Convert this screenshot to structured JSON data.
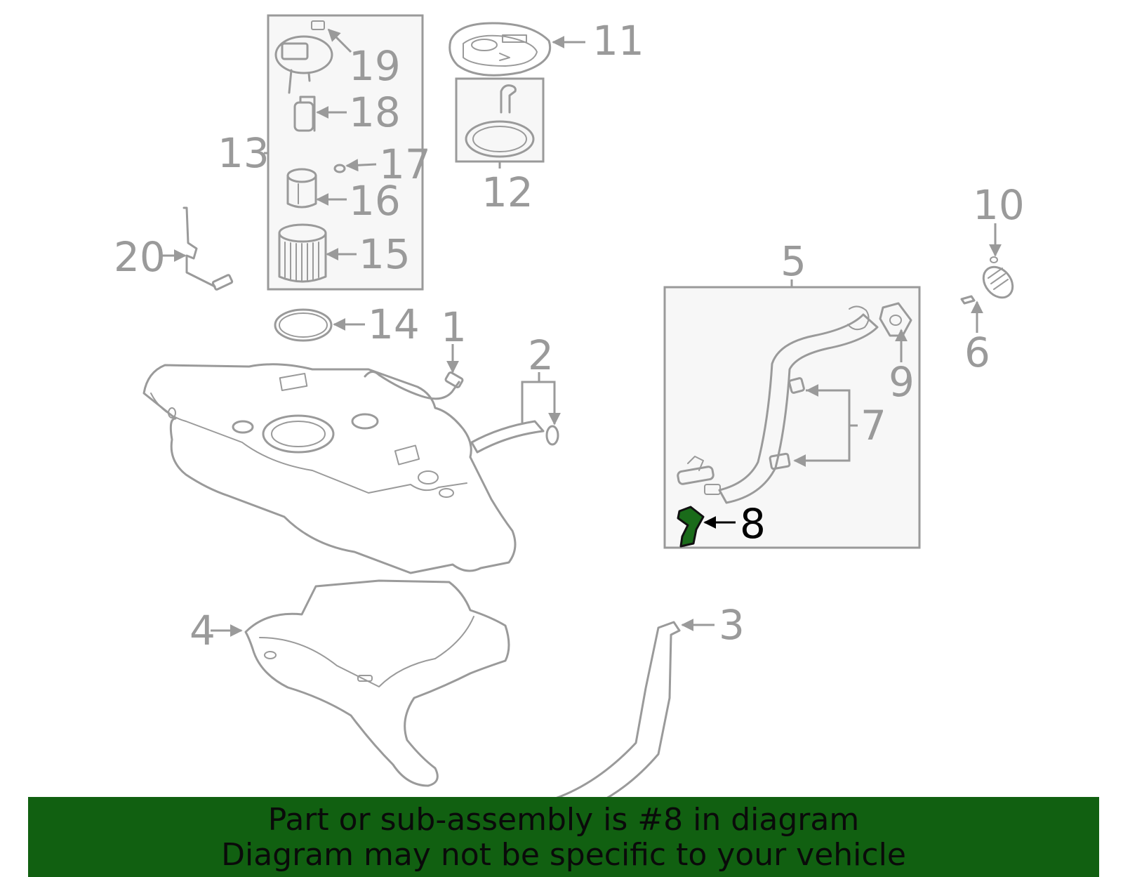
{
  "colors": {
    "line": "#9a9a9a",
    "highlight_part": "#1a6b1a",
    "highlight_label": "#000000",
    "banner_bg": "#116011",
    "banner_text": "#0a0a0a"
  },
  "callouts": {
    "c1": "1",
    "c2": "2",
    "c3": "3",
    "c4": "4",
    "c5": "5",
    "c6": "6",
    "c7": "7",
    "c8": "8",
    "c9": "9",
    "c10": "10",
    "c11": "11",
    "c12": "12",
    "c13": "13",
    "c14": "14",
    "c15": "15",
    "c16": "16",
    "c17": "17",
    "c18": "18",
    "c19": "19",
    "c20": "20"
  },
  "highlighted_callout": "8",
  "banner": {
    "line1": "Part or sub-assembly is #8 in diagram",
    "line2": "Diagram may not be specific to your vehicle"
  }
}
